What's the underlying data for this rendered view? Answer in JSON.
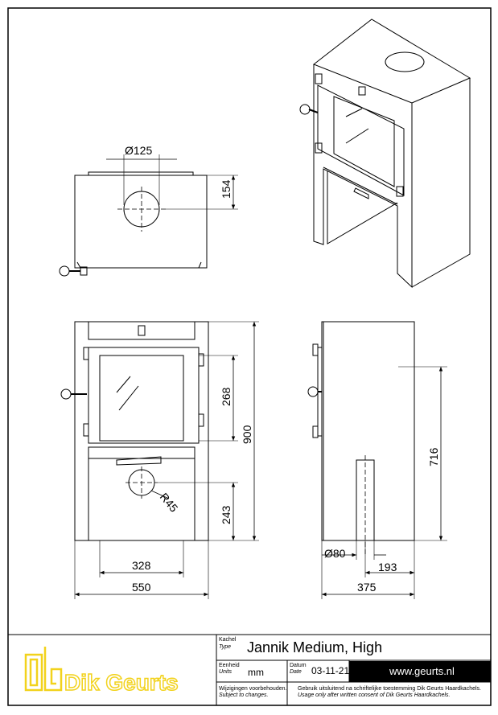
{
  "dimensions": {
    "flue_diameter": "Ø125",
    "flue_offset": "154",
    "window_height": "268",
    "total_height": "900",
    "ash_radius": "R45",
    "ash_height": "243",
    "inner_width": "328",
    "total_width": "550",
    "side_height": "716",
    "side_flue": "Ø80",
    "side_offset": "193",
    "depth": "375"
  },
  "title_block": {
    "brand": "Dik Geurts",
    "type_label": "Kachel",
    "type_label_en": "Type",
    "product_name": "Jannik Medium, High",
    "unit_label": "Eenheid",
    "unit_label_en": "Units",
    "unit_value": "mm",
    "date_label": "Datum",
    "date_label_en": "Date",
    "date_value": "03-11-21",
    "website": "www.geurts.nl",
    "notice_nl": "Wijzigingen voorbehouden.",
    "notice_en": "Subject to changes.",
    "usage_nl": "Gebruik uitsluitend na schriftelijke toestemming Dik Geurts Haardkachels.",
    "usage_en": "Usage only after written consent of Dik Geurts Haardkachels."
  },
  "colors": {
    "line": "#000000",
    "logo": "#f2d21c",
    "website_bar": "#000000",
    "website_text": "#ffffff"
  }
}
